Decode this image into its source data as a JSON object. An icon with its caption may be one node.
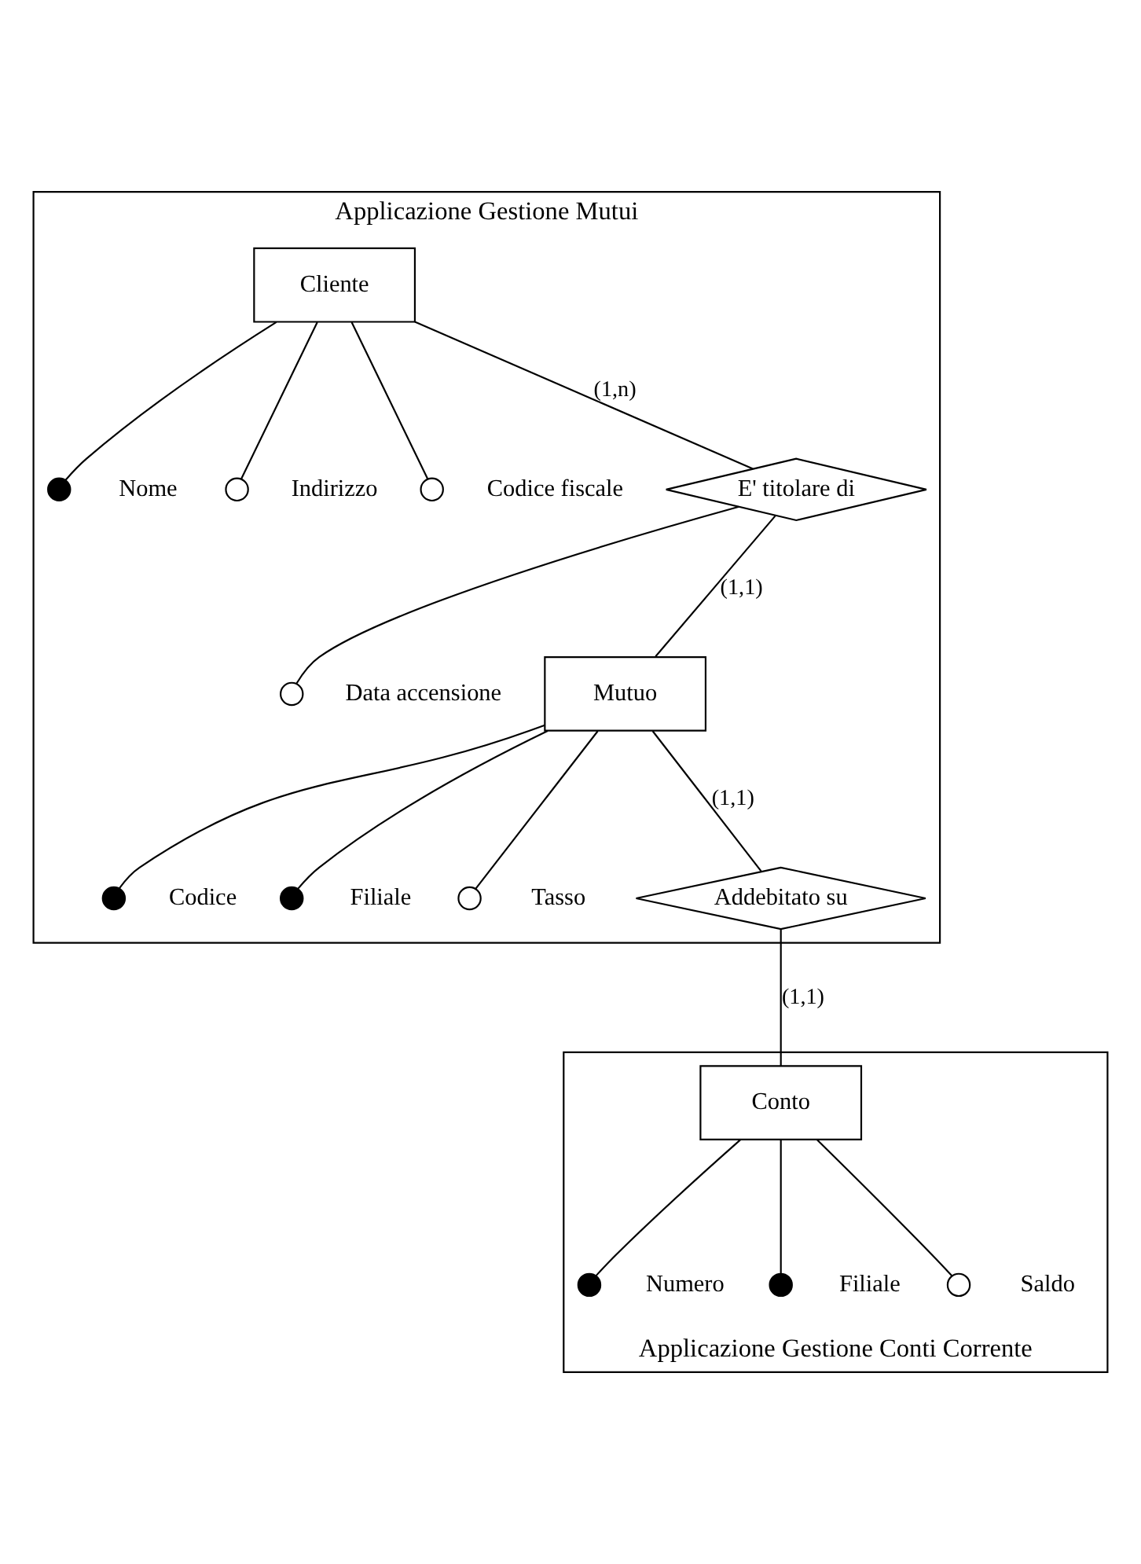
{
  "diagram": {
    "nodes": [
      {
        "text": [
          "Applicazione Gestione Mutui"
        ]
      },
      {
        "text": [
          "Cliente"
        ],
        "in": 0
      },
      {
        "text": [],
        "shape": "dot",
        "beside": [
          "Nome"
        ],
        "in": 0
      },
      {
        "text": [],
        "shape": "circle",
        "beside": [
          "Indirizzo"
        ],
        "in": 0
      },
      {
        "text": [],
        "shape": "circle",
        "beside": [
          "Codice fiscale"
        ],
        "in": 0
      },
      {
        "text": [
          "E' titolare di"
        ],
        "in": 0
      },
      {
        "text": [],
        "shape": "circle",
        "beside": [
          "Data accensione"
        ],
        "in": 0
      },
      {
        "text": [
          "Mutuo"
        ],
        "in": 0
      },
      {
        "text": [],
        "shape": "dot",
        "beside": [
          "Codice"
        ],
        "in": 0
      },
      {
        "text": [],
        "shape": "dot",
        "beside": [
          "Filiale"
        ],
        "in": 0
      },
      {
        "text": [],
        "shape": "circle",
        "beside": [
          "Tasso"
        ],
        "in": 0
      },
      {
        "text": [
          "Addebitato su"
        ],
        "in": 0
      },
      {
        "text": [
          "Applicazione Gestione Conti Corrente"
        ]
      },
      {
        "text": [
          "Conto"
        ],
        "in": 12
      },
      {
        "text": [],
        "shape": "dot",
        "beside": [
          "Numero"
        ],
        "in": 12
      },
      {
        "text": [],
        "shape": "dot",
        "beside": [
          "Filiale"
        ],
        "in": 12
      },
      {
        "text": [],
        "shape": "circle",
        "beside": [
          "Saldo"
        ],
        "in": 12
      }
    ],
    "edges": [
      {
        "from": 1,
        "to": 2,
        "arrow": "none"
      },
      {
        "from": 1,
        "to": 3,
        "arrow": "none"
      },
      {
        "from": 1,
        "to": 4,
        "arrow": "none"
      },
      {
        "from": 1,
        "to": 5,
        "arrow": "none",
        "label": "(1,n)"
      },
      {
        "from": 5,
        "to": 6,
        "arrow": "none"
      },
      {
        "from": 5,
        "to": 7,
        "arrow": "none",
        "label": "(1,1)"
      },
      {
        "from": 7,
        "to": 8,
        "arrow": "none"
      },
      {
        "from": 7,
        "to": 9,
        "arrow": "none"
      },
      {
        "from": 7,
        "to": 10,
        "arrow": "none"
      },
      {
        "from": 7,
        "to": 11,
        "arrow": "none",
        "label": "(1,1)"
      },
      {
        "from": 11,
        "to": 13,
        "arrow": "none",
        "label": "(1,1)"
      },
      {
        "from": 13,
        "to": 14,
        "arrow": "none"
      },
      {
        "from": 13,
        "to": 15,
        "arrow": "none"
      },
      {
        "from": 13,
        "to": 16,
        "arrow": "none"
      }
    ]
  }
}
